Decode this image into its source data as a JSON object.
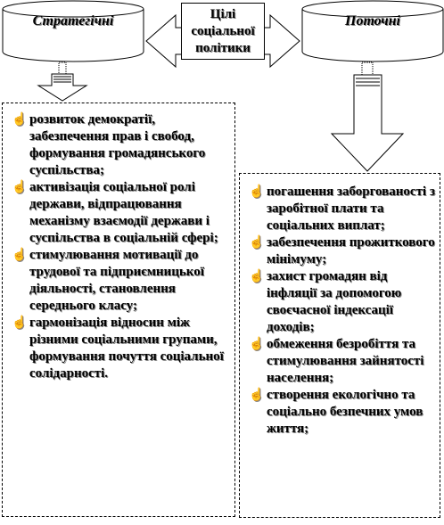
{
  "title_lines": [
    "Цілі",
    "соціальної",
    "політики"
  ],
  "left": {
    "label": "Стратегічні",
    "items": [
      "розвиток демократії, забезпечення прав і свобод, формування громадянського суспільства;",
      "активізація соціальної ролі держави, відпрацювання механізму взаємодії держави і суспільства в соціальній сфері;",
      "стимулювання мотивації до трудової та підприємницької діяльності, становлення середнього класу;",
      "гармонізація відносин між різними соціальними групами, формування почуття соціальної солідарності."
    ]
  },
  "right": {
    "label": "Поточні",
    "items": [
      "погашення заборгованості з заробітної плати та соціальних виплат;",
      "забезпечення прожиткового мінімуму;",
      "захист громадян від інфляції за допомогою своєчасної індексації доходів;",
      "обмеження безробіття та стимулювання зайнятості населення;",
      "створення екологічно та соціально безпечних умов життя;"
    ]
  },
  "bullet_glyph": "☝"
}
